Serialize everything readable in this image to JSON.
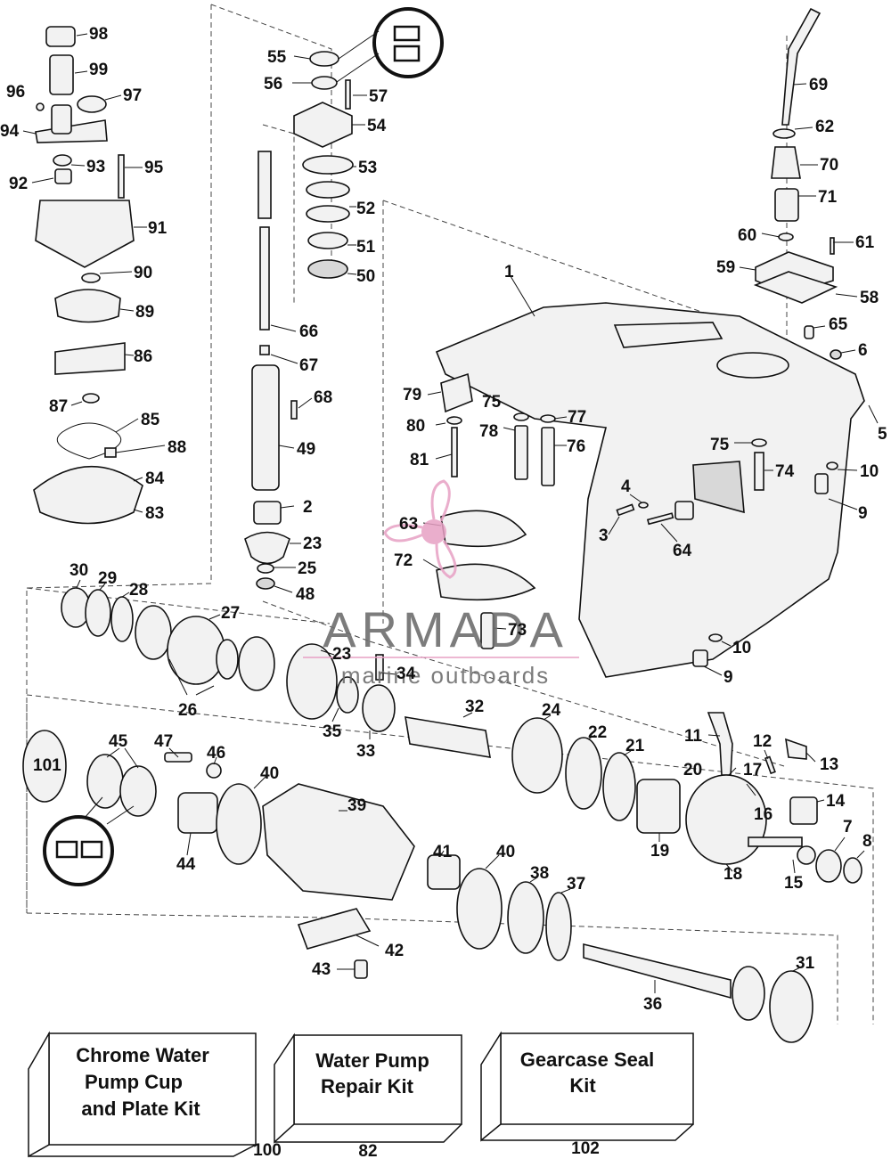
{
  "callouts": [
    {
      "id": "n98",
      "label": "98"
    },
    {
      "id": "n99",
      "label": "99"
    },
    {
      "id": "n96",
      "label": "96"
    },
    {
      "id": "n97",
      "label": "97"
    },
    {
      "id": "n94",
      "label": "94"
    },
    {
      "id": "n93",
      "label": "93"
    },
    {
      "id": "n95",
      "label": "95"
    },
    {
      "id": "n92",
      "label": "92"
    },
    {
      "id": "n91",
      "label": "91"
    },
    {
      "id": "n90",
      "label": "90"
    },
    {
      "id": "n89",
      "label": "89"
    },
    {
      "id": "n86",
      "label": "86"
    },
    {
      "id": "n87",
      "label": "87"
    },
    {
      "id": "n85",
      "label": "85"
    },
    {
      "id": "n88",
      "label": "88"
    },
    {
      "id": "n84",
      "label": "84"
    },
    {
      "id": "n83",
      "label": "83"
    },
    {
      "id": "n55",
      "label": "55"
    },
    {
      "id": "n56",
      "label": "56"
    },
    {
      "id": "n57",
      "label": "57"
    },
    {
      "id": "n54",
      "label": "54"
    },
    {
      "id": "n53",
      "label": "53"
    },
    {
      "id": "n52",
      "label": "52"
    },
    {
      "id": "n51",
      "label": "51"
    },
    {
      "id": "n50",
      "label": "50"
    },
    {
      "id": "n66",
      "label": "66"
    },
    {
      "id": "n67",
      "label": "67"
    },
    {
      "id": "n68",
      "label": "68"
    },
    {
      "id": "n49",
      "label": "49"
    },
    {
      "id": "n2",
      "label": "2"
    },
    {
      "id": "n23a",
      "label": "23"
    },
    {
      "id": "n25",
      "label": "25"
    },
    {
      "id": "n48",
      "label": "48"
    },
    {
      "id": "n69",
      "label": "69"
    },
    {
      "id": "n62",
      "label": "62"
    },
    {
      "id": "n70",
      "label": "70"
    },
    {
      "id": "n71",
      "label": "71"
    },
    {
      "id": "n60",
      "label": "60"
    },
    {
      "id": "n61",
      "label": "61"
    },
    {
      "id": "n59",
      "label": "59"
    },
    {
      "id": "n58",
      "label": "58"
    },
    {
      "id": "n65",
      "label": "65"
    },
    {
      "id": "n6",
      "label": "6"
    },
    {
      "id": "n1",
      "label": "1"
    },
    {
      "id": "n5",
      "label": "5"
    },
    {
      "id": "n79",
      "label": "79"
    },
    {
      "id": "n75a",
      "label": "75"
    },
    {
      "id": "n77",
      "label": "77"
    },
    {
      "id": "n80",
      "label": "80"
    },
    {
      "id": "n78",
      "label": "78"
    },
    {
      "id": "n76",
      "label": "76"
    },
    {
      "id": "n81",
      "label": "81"
    },
    {
      "id": "n75b",
      "label": "75"
    },
    {
      "id": "n74",
      "label": "74"
    },
    {
      "id": "n10a",
      "label": "10"
    },
    {
      "id": "n4",
      "label": "4"
    },
    {
      "id": "n9a",
      "label": "9"
    },
    {
      "id": "n3",
      "label": "3"
    },
    {
      "id": "n63",
      "label": "63"
    },
    {
      "id": "n64",
      "label": "64"
    },
    {
      "id": "n72",
      "label": "72"
    },
    {
      "id": "n73",
      "label": "73"
    },
    {
      "id": "n10b",
      "label": "10"
    },
    {
      "id": "n9b",
      "label": "9"
    },
    {
      "id": "n30",
      "label": "30"
    },
    {
      "id": "n29",
      "label": "29"
    },
    {
      "id": "n28",
      "label": "28"
    },
    {
      "id": "n27",
      "label": "27"
    },
    {
      "id": "n23b",
      "label": "23"
    },
    {
      "id": "n34",
      "label": "34"
    },
    {
      "id": "n26",
      "label": "26"
    },
    {
      "id": "n35",
      "label": "35"
    },
    {
      "id": "n33",
      "label": "33"
    },
    {
      "id": "n32",
      "label": "32"
    },
    {
      "id": "n24",
      "label": "24"
    },
    {
      "id": "n22",
      "label": "22"
    },
    {
      "id": "n21",
      "label": "21"
    },
    {
      "id": "n11",
      "label": "11"
    },
    {
      "id": "n12",
      "label": "12"
    },
    {
      "id": "n13",
      "label": "13"
    },
    {
      "id": "n20",
      "label": "20"
    },
    {
      "id": "n17",
      "label": "17"
    },
    {
      "id": "n16",
      "label": "16"
    },
    {
      "id": "n14",
      "label": "14"
    },
    {
      "id": "n19",
      "label": "19"
    },
    {
      "id": "n18",
      "label": "18"
    },
    {
      "id": "n7",
      "label": "7"
    },
    {
      "id": "n8",
      "label": "8"
    },
    {
      "id": "n15",
      "label": "15"
    },
    {
      "id": "n101",
      "label": "101"
    },
    {
      "id": "n45",
      "label": "45"
    },
    {
      "id": "n47",
      "label": "47"
    },
    {
      "id": "n46",
      "label": "46"
    },
    {
      "id": "n40a",
      "label": "40"
    },
    {
      "id": "n39",
      "label": "39"
    },
    {
      "id": "n44",
      "label": "44"
    },
    {
      "id": "n41",
      "label": "41"
    },
    {
      "id": "n40b",
      "label": "40"
    },
    {
      "id": "n38",
      "label": "38"
    },
    {
      "id": "n37",
      "label": "37"
    },
    {
      "id": "n42",
      "label": "42"
    },
    {
      "id": "n43",
      "label": "43"
    },
    {
      "id": "n31",
      "label": "31"
    },
    {
      "id": "n36",
      "label": "36"
    }
  ],
  "kits": [
    {
      "line1": "Chrome Water",
      "line2": "Pump Cup",
      "line3": "and Plate Kit",
      "number": "100"
    },
    {
      "line1": "Water Pump",
      "line2": "Repair Kit",
      "line3": "",
      "number": "82"
    },
    {
      "line1": "Gearcase Seal",
      "line2": "Kit",
      "line3": "",
      "number": "102"
    }
  ],
  "watermark": {
    "brand": "ARMADA",
    "tagline": "marine outboards",
    "brand_color": "#6e6e6e",
    "accent_color": "#e7a0c4"
  }
}
